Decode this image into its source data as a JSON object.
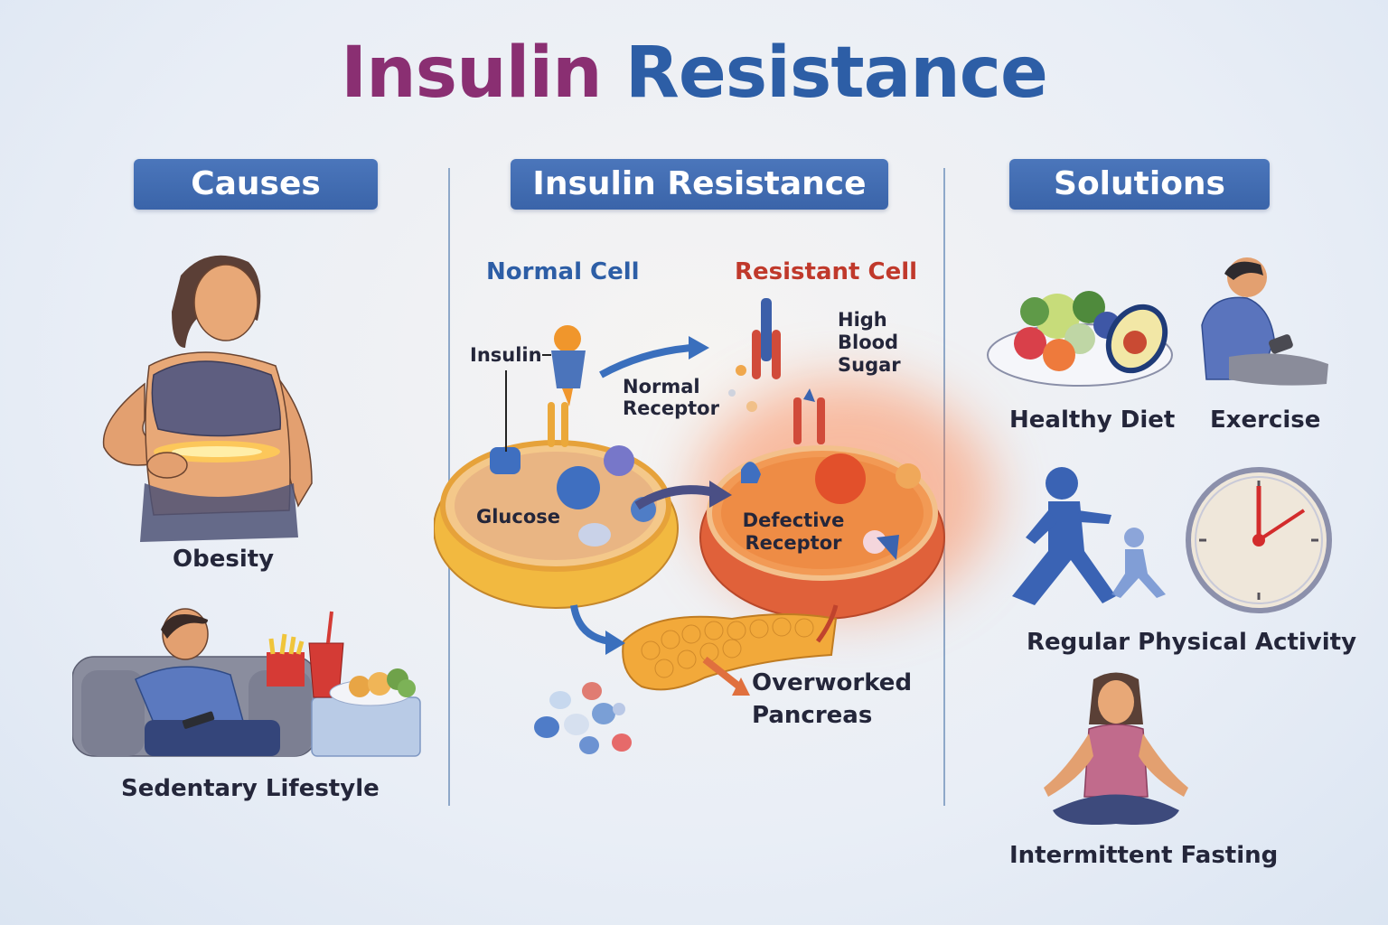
{
  "title": {
    "part1": "Insulin",
    "part2": "Resistance"
  },
  "colors": {
    "title_purple": "#8a2f72",
    "title_blue": "#2d5ea6",
    "banner_blue": "#3f6bb1",
    "normal_cell_label": "#2d5ea6",
    "resistant_cell_label": "#c0392b"
  },
  "sections": {
    "causes": {
      "header": "Causes",
      "items": [
        {
          "label": "Obesity",
          "icon": "obese-woman-illustration"
        },
        {
          "label": "Sedentary Lifestyle",
          "icon": "man-on-couch-with-junk-food-illustration"
        }
      ]
    },
    "mechanism": {
      "header": "Insulin Resistance",
      "normal_cell": {
        "title": "Normal Cell",
        "labels": {
          "insulin": "Insulin",
          "receptor": "Normal Receptor",
          "glucose": "Glucose"
        }
      },
      "resistant_cell": {
        "title": "Resistant Cell",
        "labels": {
          "high_blood_sugar": "High Blood Sugar",
          "defective_receptor": "Defective Receptor"
        }
      },
      "pancreas": {
        "label": "Overworked Pancreas"
      }
    },
    "solutions": {
      "header": "Solutions",
      "items": [
        {
          "label": "Healthy Diet",
          "icon": "salad-plate-illustration"
        },
        {
          "label": "Exercise",
          "icon": "seated-boy-illustration"
        },
        {
          "label": "Regular Physical Activity",
          "icon": "running-figures-clock-illustration"
        },
        {
          "label": "Intermittent Fasting",
          "icon": "meditating-woman-illustration"
        }
      ]
    }
  }
}
